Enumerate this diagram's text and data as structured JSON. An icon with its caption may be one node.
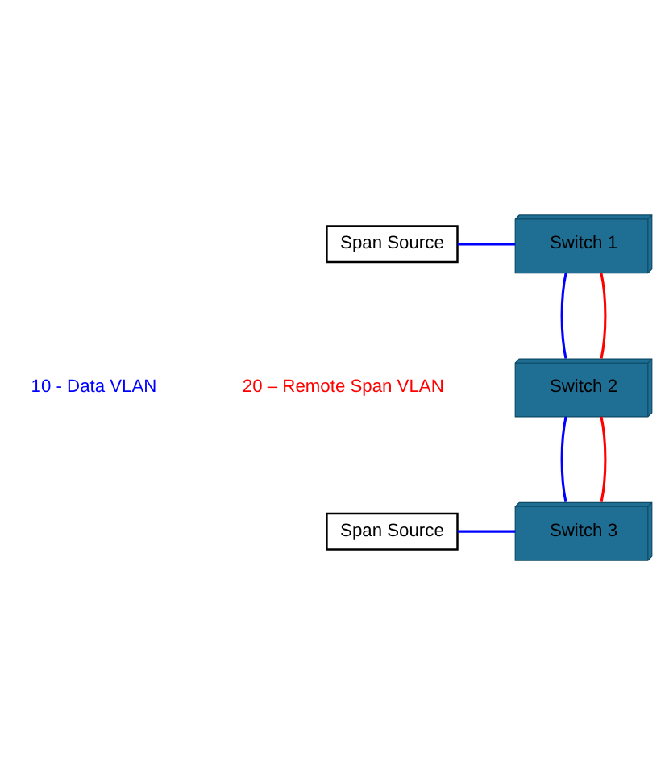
{
  "diagram": {
    "nodes": [
      {
        "text": [
          "Span Source"
        ]
      },
      {
        "text": [
          "Switch 1"
        ]
      },
      {
        "text": [
          "Switch 2"
        ]
      },
      {
        "text": [
          "Switch 3"
        ]
      },
      {
        "text": [
          "Span Source"
        ]
      }
    ],
    "edges": [
      {
        "from": 0,
        "to": 1,
        "arrow": "none"
      },
      {
        "from": 1,
        "to": 2,
        "arrow": "none"
      },
      {
        "from": 1,
        "to": 2,
        "arrow": "none",
        "color": "#ff0000"
      },
      {
        "from": 2,
        "to": 3,
        "arrow": "none"
      },
      {
        "from": 2,
        "to": 3,
        "arrow": "none",
        "color": "#ff0000"
      },
      {
        "from": 4,
        "to": 3,
        "arrow": "none"
      }
    ],
    "labels": [
      "10 - Data VLAN",
      "20 – Remote Span VLAN"
    ]
  }
}
